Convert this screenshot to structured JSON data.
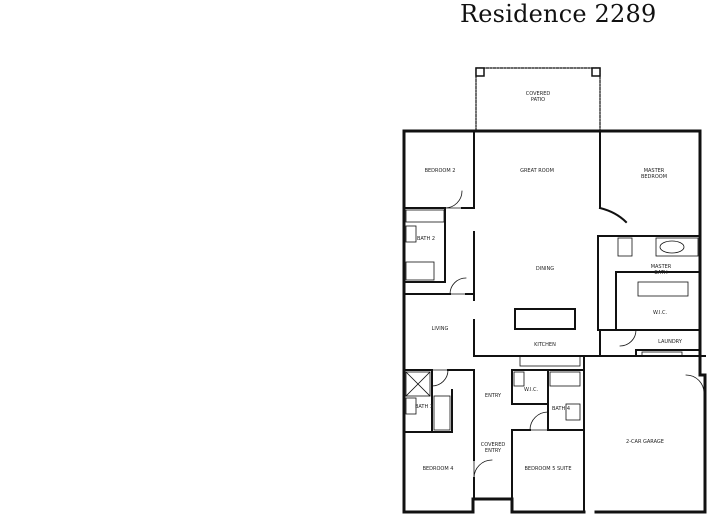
{
  "title": "Residence 2289",
  "rooms": {
    "covered_patio": [
      "COVERED",
      "PATIO"
    ],
    "bedroom_2": "BEDROOM 2",
    "great_room": "GREAT ROOM",
    "master_bedroom": [
      "MASTER",
      "BEDROOM"
    ],
    "bath_2": "BATH 2",
    "dining": "DINING",
    "master_bath": [
      "MASTER",
      "BATH"
    ],
    "living": "LIVING",
    "wic_master": "W.I.C.",
    "kitchen": "KITCHEN",
    "laundry": "LAUNDRY",
    "entry": "ENTRY",
    "wic_suite": "W.I.C.",
    "bath_3": "BATH 3",
    "bath_4": "BATH 4",
    "covered_entry": [
      "COVERED",
      "ENTRY"
    ],
    "garage": "2-CAR GARAGE",
    "bedroom_5_suite": "BEDROOM 5 SUITE",
    "bedroom_4": "BEDROOM 4"
  }
}
